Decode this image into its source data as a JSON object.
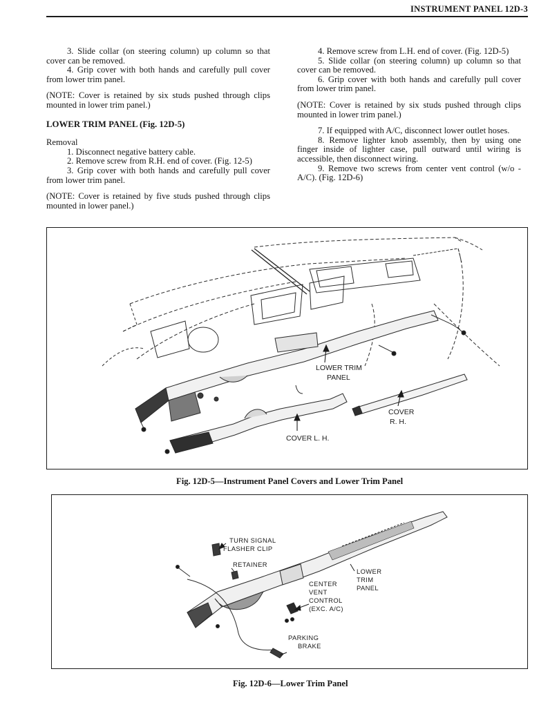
{
  "header": {
    "title": "INSTRUMENT PANEL   12D-3"
  },
  "left_column": {
    "p1": "3. Slide collar (on steering column) up column so that cover can be removed.",
    "p2": "4. Grip cover with both hands and carefully pull cover from lower trim panel.",
    "note1": "(NOTE: Cover is retained by six studs pushed through clips mounted in lower trim panel.)",
    "section_title": "LOWER TRIM PANEL (Fig. 12D-5)",
    "subhead": "Removal",
    "s1": "1. Disconnect negative battery cable.",
    "s2": "2. Remove screw from R.H. end of cover. (Fig. 12-5)",
    "s3": "3. Grip cover with both hands and carefully pull cover from lower trim panel.",
    "note2": "(NOTE: Cover is retained by five studs pushed through clips mounted in lower panel.)"
  },
  "right_column": {
    "p4": "4. Remove screw from L.H. end of cover. (Fig. 12D-5)",
    "p5": "5. Slide collar (on steering column) up column so that cover can be removed.",
    "p6": "6. Grip cover with both hands and carefully pull cover from lower trim panel.",
    "note": "(NOTE: Cover is retained by six studs pushed through clips mounted in lower trim panel.)",
    "p7": "7. If equipped with A/C, disconnect lower outlet hoses.",
    "p8": "8. Remove lighter knob assembly, then by using one finger inside of lighter case, pull outward until wiring is accessible, then disconnect wiring.",
    "p9": "9. Remove two screws from center vent control (w/o - A/C). (Fig. 12D-6)"
  },
  "figure1": {
    "caption": "Fig. 12D-5—Instrument Panel Covers and Lower Trim Panel",
    "labels": {
      "lower_trim_1": "LOWER TRIM",
      "lower_trim_2": "PANEL",
      "cover_rh_1": "COVER",
      "cover_rh_2": "R. H.",
      "cover_lh": "COVER  L. H."
    }
  },
  "figure2": {
    "caption": "Fig. 12D-6—Lower Trim Panel",
    "labels": {
      "turn_signal_1": "TURN SIGNAL",
      "turn_signal_2": "FLASHER CLIP",
      "retainer": "RETAINER",
      "lower_1": "LOWER",
      "lower_2": "TRIM",
      "lower_3": "PANEL",
      "center_1": "CENTER",
      "center_2": "VENT",
      "center_3": "CONTROL",
      "center_4": "(EXC. A/C)",
      "parking_1": "PARKING",
      "parking_2": "BRAKE"
    }
  }
}
